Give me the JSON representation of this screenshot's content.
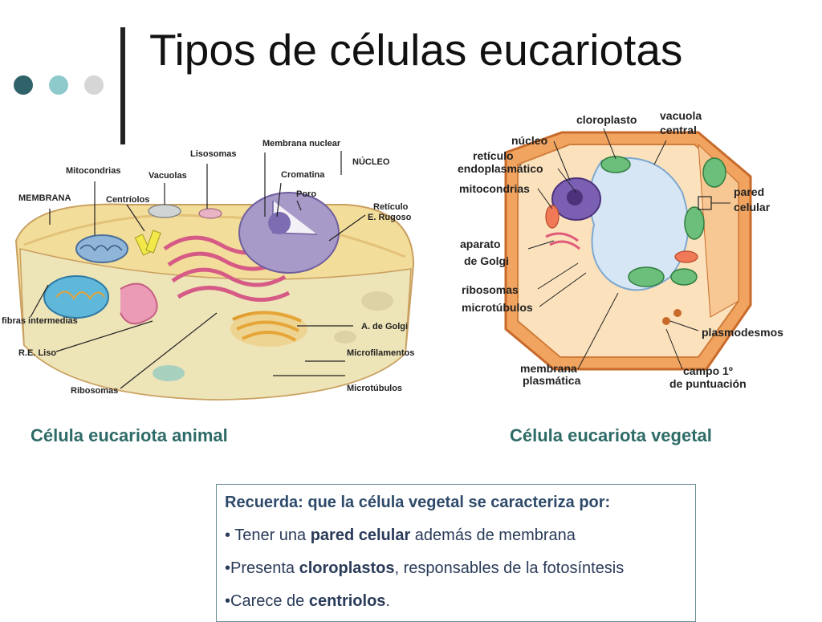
{
  "slide": {
    "title": "Tipos de células eucariotas",
    "accent_colors": [
      "#2f6369",
      "#8ec9cc",
      "#d6d6d6"
    ]
  },
  "animal_cell": {
    "caption": "Célula eucariota animal",
    "labels": {
      "membrana": "MEMBRANA",
      "mitocondrias": "Mitocondrias",
      "vacuolas": "Vacuolas",
      "centriolos": "Centríolos",
      "lisosomas": "Lisosomas",
      "membrana_nuclear": "Membrana nuclear",
      "nucleo": "NÚCLEO",
      "cromatina": "Cromatina",
      "poro": "Poro",
      "reticulo_1": "Retículo",
      "reticulo_2": "E. Rugoso",
      "fibras": "fibras intermedias",
      "re_liso": "R.E. Liso",
      "ribosomas": "Ribosomas",
      "golgi": "A. de Golgi",
      "microfilamentos": "Microfilamentos",
      "microtubulos": "Microtúbulos"
    }
  },
  "plant_cell": {
    "caption": "Célula eucariota vegetal",
    "labels": {
      "cloroplasto": "cloroplasto",
      "vacuola_1": "vacuola",
      "vacuola_2": "central",
      "nucleo": "núcleo",
      "reticulo_1": "retículo",
      "reticulo_2": "endoplasmático",
      "mitocondrias": "mitocondrias",
      "pared_1": "pared",
      "pared_2": "celular",
      "aparato_1": "aparato",
      "aparato_2": "de Golgi",
      "ribosomas": "ribosomas",
      "microtubulos": "microtúbulos",
      "plasmodesmos": "plasmodesmos",
      "membrana_1": "membrana",
      "membrana_2": "plasmática",
      "campo_1": "campo 1º",
      "campo_2": "de puntuación"
    }
  },
  "note": {
    "heading": "Recuerda: que la célula vegetal se caracteriza por:",
    "items": [
      {
        "pre": "• Tener una ",
        "bold": "pared celular",
        "post": " además de membrana"
      },
      {
        "pre": "•Presenta ",
        "bold": "cloroplastos",
        "post": ", responsables de la fotosíntesis"
      },
      {
        "pre": "•Carece de ",
        "bold": "centriolos",
        "post": "."
      }
    ]
  }
}
